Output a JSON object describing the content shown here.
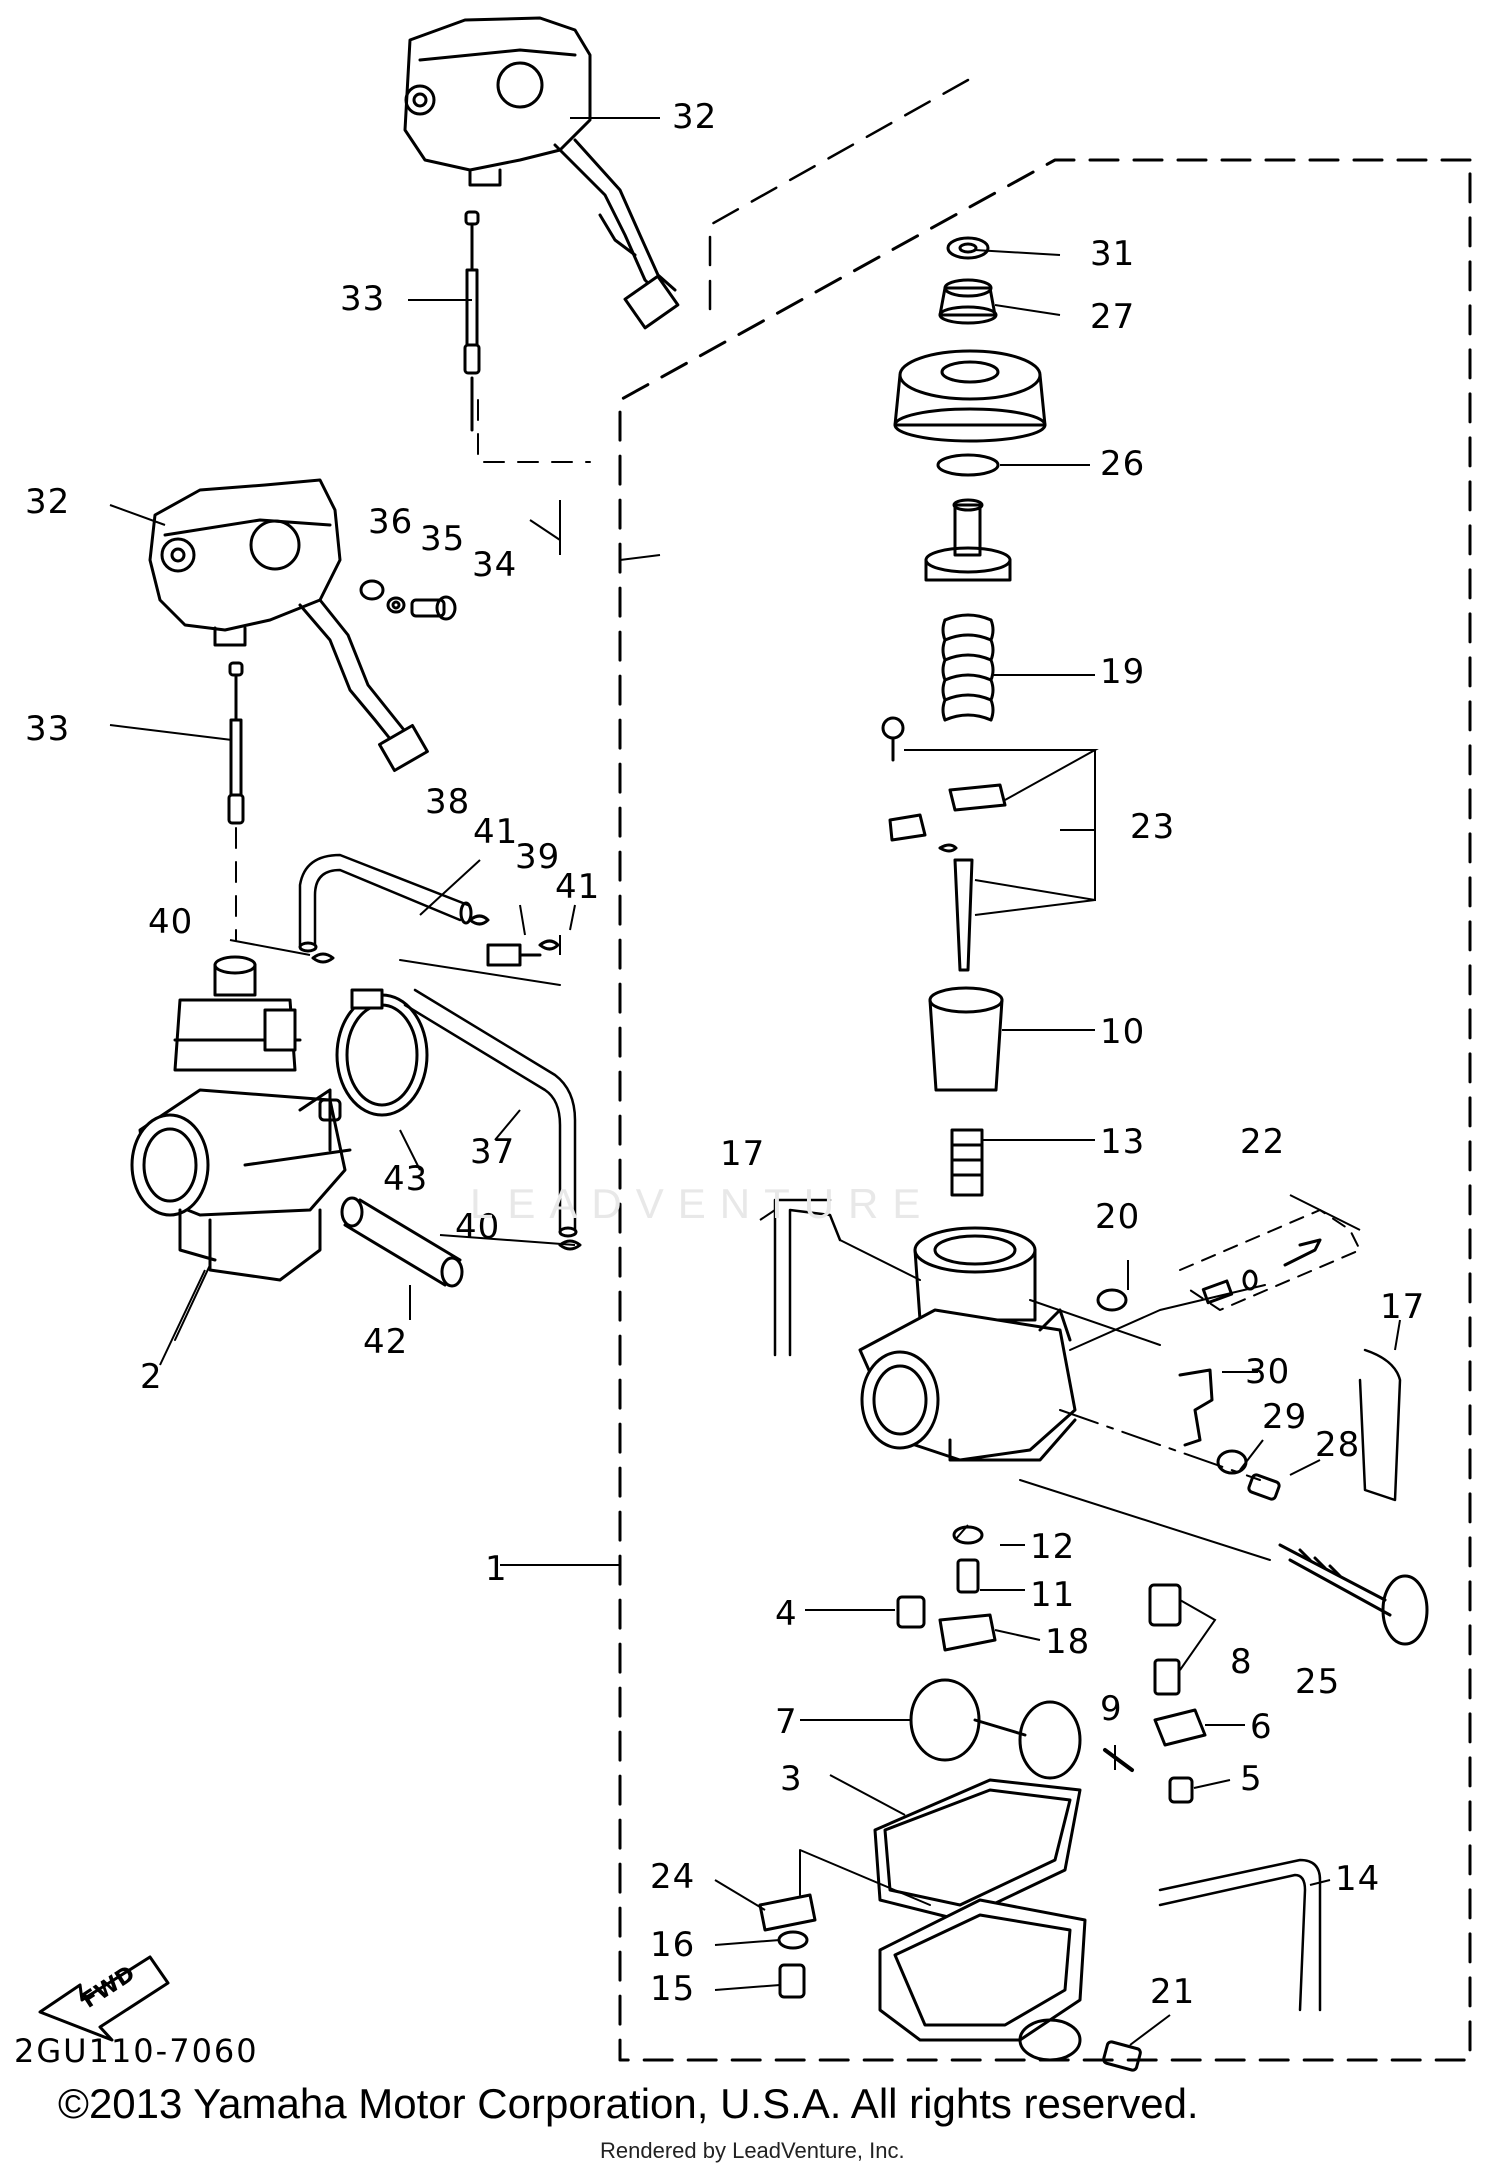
{
  "diagram": {
    "callouts": [
      {
        "name": "callout-1",
        "label": "1"
      },
      {
        "name": "callout-2",
        "label": "2"
      },
      {
        "name": "callout-3",
        "label": "3"
      },
      {
        "name": "callout-4",
        "label": "4"
      },
      {
        "name": "callout-5",
        "label": "5"
      },
      {
        "name": "callout-6",
        "label": "6"
      },
      {
        "name": "callout-7",
        "label": "7"
      },
      {
        "name": "callout-8",
        "label": "8"
      },
      {
        "name": "callout-9",
        "label": "9"
      },
      {
        "name": "callout-10",
        "label": "10"
      },
      {
        "name": "callout-11",
        "label": "11"
      },
      {
        "name": "callout-12",
        "label": "12"
      },
      {
        "name": "callout-13",
        "label": "13"
      },
      {
        "name": "callout-14",
        "label": "14"
      },
      {
        "name": "callout-15",
        "label": "15"
      },
      {
        "name": "callout-16",
        "label": "16"
      },
      {
        "name": "callout-17-left",
        "label": "17"
      },
      {
        "name": "callout-17-right",
        "label": "17"
      },
      {
        "name": "callout-18",
        "label": "18"
      },
      {
        "name": "callout-19",
        "label": "19"
      },
      {
        "name": "callout-20",
        "label": "20"
      },
      {
        "name": "callout-21",
        "label": "21"
      },
      {
        "name": "callout-22",
        "label": "22"
      },
      {
        "name": "callout-23",
        "label": "23"
      },
      {
        "name": "callout-24",
        "label": "24"
      },
      {
        "name": "callout-25",
        "label": "25"
      },
      {
        "name": "callout-26",
        "label": "26"
      },
      {
        "name": "callout-27",
        "label": "27"
      },
      {
        "name": "callout-28",
        "label": "28"
      },
      {
        "name": "callout-29",
        "label": "29"
      },
      {
        "name": "callout-30",
        "label": "30"
      },
      {
        "name": "callout-31",
        "label": "31"
      },
      {
        "name": "callout-32-top",
        "label": "32"
      },
      {
        "name": "callout-32-left",
        "label": "32"
      },
      {
        "name": "callout-33-top",
        "label": "33"
      },
      {
        "name": "callout-33-left",
        "label": "33"
      },
      {
        "name": "callout-34",
        "label": "34"
      },
      {
        "name": "callout-35",
        "label": "35"
      },
      {
        "name": "callout-36",
        "label": "36"
      },
      {
        "name": "callout-37",
        "label": "37"
      },
      {
        "name": "callout-38",
        "label": "38"
      },
      {
        "name": "callout-39",
        "label": "39"
      },
      {
        "name": "callout-40-upper",
        "label": "40"
      },
      {
        "name": "callout-40-lower",
        "label": "40"
      },
      {
        "name": "callout-41-left",
        "label": "41"
      },
      {
        "name": "callout-41-right",
        "label": "41"
      },
      {
        "name": "callout-42",
        "label": "42"
      },
      {
        "name": "callout-43",
        "label": "43"
      }
    ],
    "fwd_label": "FWD",
    "doc_code": "2GU110-7060",
    "watermark": "LEADVENTURE"
  },
  "footer": {
    "copyright": "©2013 Yamaha Motor Corporation, U.S.A. All rights reserved.",
    "rendered_by": "Rendered by LeadVenture, Inc."
  }
}
